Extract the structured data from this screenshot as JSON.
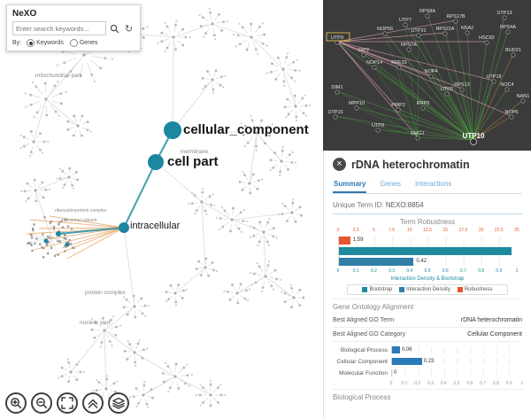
{
  "left_panel": {
    "app_title": "NeXO",
    "search": {
      "placeholder": "Enter search keywords...",
      "by_label": "By:",
      "options": [
        {
          "label": "Keywords",
          "selected": true
        },
        {
          "label": "Genes",
          "selected": false
        }
      ]
    },
    "major_labels": [
      "cellular_component",
      "cell part",
      "intracellular"
    ],
    "minor_labels": [
      "mitochondrial part",
      "membrane",
      "protein complex",
      "nuclear part",
      "ribonucleoprotein complex",
      "ribosomal subunit"
    ],
    "toolbar": [
      "zoom-in",
      "zoom-out",
      "fit",
      "chevrons",
      "layers"
    ]
  },
  "network_panel": {
    "selected_gene": "UTP9",
    "hub_gene": "UTP10",
    "genes": [
      "RPS8A",
      "RPS17B",
      "UTP13",
      "UTP7",
      "NOP56",
      "UTP21",
      "RPS22A",
      "NSA2",
      "HSC82",
      "RPS4A",
      "UTP9",
      "BUD21",
      "RPS7A",
      "DIP2",
      "NOP14",
      "KRE33",
      "NOP4",
      "UTP18",
      "DIM1",
      "UTP6",
      "RPS13",
      "NOC4",
      "NAN1",
      "UTP15",
      "MPP10",
      "PWP2",
      "RRP9",
      "NOP6",
      "UTP8",
      "EMG1",
      "UTP10"
    ]
  },
  "detail_panel": {
    "title": "rDNA heterochromatin",
    "tabs": [
      "Summary",
      "Genes",
      "Interactions"
    ],
    "active_tab": "Summary",
    "term_id_label": "Unique Term ID:",
    "term_id_value": "NEXO:8854",
    "alignment_header": "Gene Ontology Alignment",
    "alignment_rows": [
      {
        "label": "Best Aligned GO Term",
        "value": "rDNA heterochromatin"
      },
      {
        "label": "Best Aligned GO Category",
        "value": "Cellular Component"
      }
    ],
    "bottom_section_header": "Biological Process"
  },
  "chart_data": [
    {
      "type": "bar",
      "title": "Term Robustness",
      "orientation": "horizontal",
      "series": [
        {
          "name": "Robustness",
          "value": 1.59,
          "label": "1.59",
          "scale_max": 25,
          "color": "#e8542e"
        },
        {
          "name": "Bootstrap",
          "value": 0.97,
          "label": "",
          "scale_max": 1,
          "color": "#1d8a9e"
        },
        {
          "name": "Interaction Density",
          "value": 0.42,
          "label": "0.42",
          "scale_max": 1,
          "color": "#2f7fa6"
        }
      ],
      "top_axis_ticks": [
        "0",
        "2.5",
        "5",
        "7.5",
        "10",
        "12.5",
        "15",
        "17.5",
        "20",
        "22.5",
        "25"
      ],
      "bottom_axis_ticks": [
        "0",
        "0.1",
        "0.2",
        "0.3",
        "0.4",
        "0.5",
        "0.6",
        "0.7",
        "0.8",
        "0.9",
        "1"
      ],
      "xlabel": "Interaction Density & Bootstrap",
      "legend": [
        {
          "label": "Bootstrap",
          "color": "#1d8a9e"
        },
        {
          "label": "Interaction Density",
          "color": "#2f7fa6"
        },
        {
          "label": "Robustness",
          "color": "#e8542e"
        }
      ]
    },
    {
      "type": "bar",
      "orientation": "horizontal",
      "categories": [
        "Biological Process",
        "Cellular Component",
        "Molecular Function"
      ],
      "values": [
        0.06,
        0.23,
        0
      ],
      "labels": [
        "0.06",
        "0.23",
        "0"
      ],
      "color": "#2b7bba",
      "xlim": [
        0,
        1
      ],
      "ticks": [
        "0",
        "0.1",
        "0.2",
        "0.3",
        "0.4",
        "0.5",
        "0.6",
        "0.7",
        "0.8",
        "0.9",
        "1"
      ]
    }
  ],
  "icons": {
    "close": "×",
    "refresh": "↻"
  }
}
